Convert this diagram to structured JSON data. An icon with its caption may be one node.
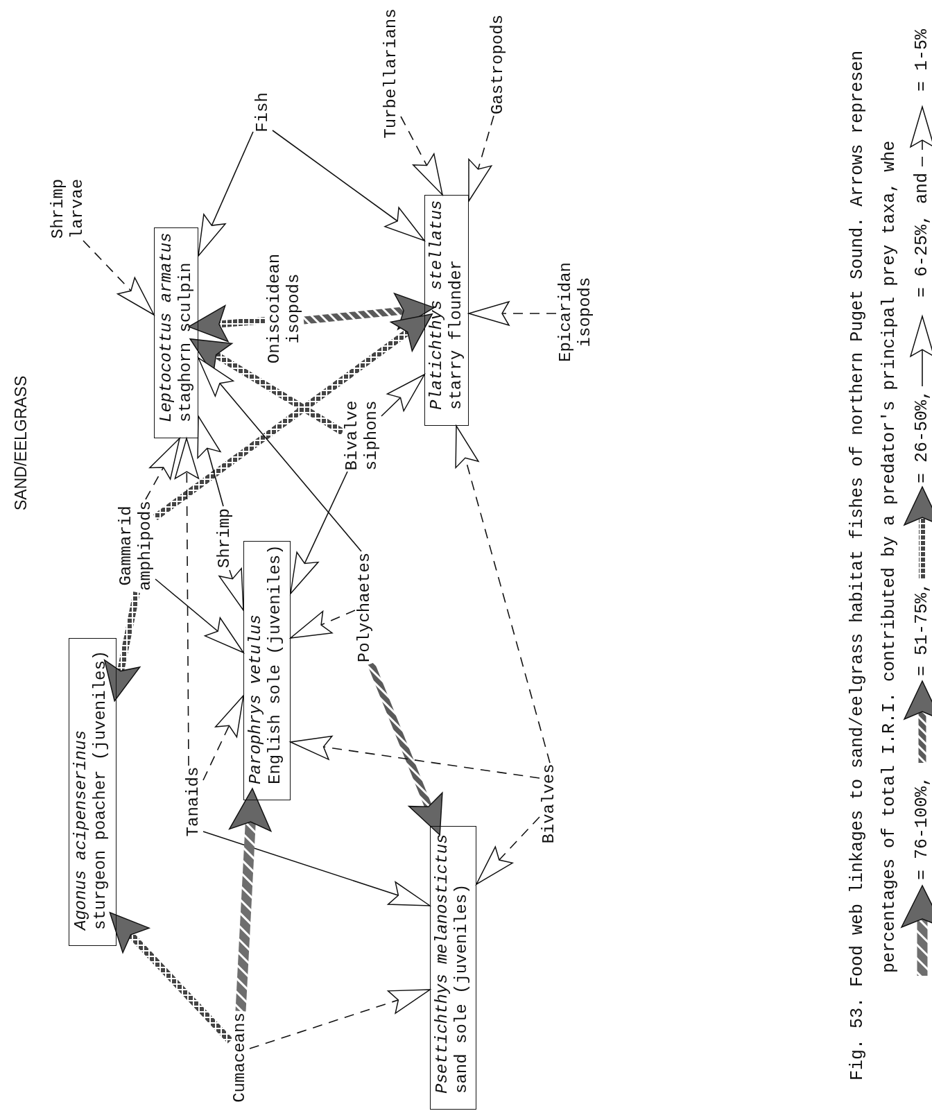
{
  "diagram": {
    "title": "SAND/EELGRASS",
    "caption": "Fig. 53. Food web linkages to sand/eelgrass habitat fishes of northern Puget Sound. Arrows represen percentages of total I.R.I. contributed by a predator's principal prey taxa, whe",
    "nodes": [
      {
        "text": [
          "Shrimp larvae"
        ]
      },
      {
        "text": [
          "Fish"
        ]
      },
      {
        "text": [
          "Turbellarians"
        ]
      },
      {
        "text": [
          "Gastropods"
        ]
      },
      {
        "text": [
          "Leptocottus armatus",
          "staghorn sculpin"
        ]
      },
      {
        "text": [
          "Platichthys stellatus",
          "starry flounder"
        ]
      },
      {
        "text": [
          "Oniscoidean isopods"
        ]
      },
      {
        "text": [
          "Epicaridan isopods"
        ]
      },
      {
        "text": [
          "Bivalve siphons"
        ]
      },
      {
        "text": [
          "Gammarid amphipods"
        ]
      },
      {
        "text": [
          "Shrimp"
        ]
      },
      {
        "text": [
          "Polychaetes"
        ]
      },
      {
        "text": [
          "Agonus acipenserinus",
          "sturgeon poacher (juveniles)"
        ]
      },
      {
        "text": [
          "Parophrys vetulus",
          "English sole (juveniles)"
        ]
      },
      {
        "text": [
          "Tanaids"
        ]
      },
      {
        "text": [
          "Bivalves"
        ]
      },
      {
        "text": [
          "Psettichthys melanostictus",
          "sand sole (juveniles)"
        ]
      },
      {
        "text": [
          "Cumaceans"
        ]
      }
    ],
    "edges": [
      {
        "from": 0,
        "to": 4,
        "arrow": "to",
        "style": "dashed"
      },
      {
        "from": 1,
        "to": 4,
        "arrow": "to"
      },
      {
        "from": 1,
        "to": 5,
        "arrow": "to"
      },
      {
        "from": 2,
        "to": 5,
        "arrow": "to",
        "style": "dashed"
      },
      {
        "from": 3,
        "to": 5,
        "arrow": "to",
        "style": "dashed"
      },
      {
        "from": 6,
        "to": 4,
        "arrow": "to",
        "style": "thick",
        "color": "#444444"
      },
      {
        "from": 6,
        "to": 5,
        "arrow": "to",
        "style": "thick",
        "color": "#5a5a5a"
      },
      {
        "from": 7,
        "to": 5,
        "arrow": "to",
        "style": "dashed"
      },
      {
        "from": 8,
        "to": 4,
        "arrow": "to",
        "style": "thick",
        "color": "#444444"
      },
      {
        "from": 8,
        "to": 5,
        "arrow": "to"
      },
      {
        "from": 8,
        "to": 13,
        "arrow": "to"
      },
      {
        "from": 9,
        "to": 4,
        "arrow": "to",
        "style": "dashed"
      },
      {
        "from": 9,
        "to": 5,
        "arrow": "to",
        "style": "thick",
        "color": "#444444"
      },
      {
        "from": 9,
        "to": 13,
        "arrow": "to"
      },
      {
        "from": 9,
        "to": 12,
        "arrow": "to",
        "style": "thick",
        "color": "#444444"
      },
      {
        "from": 10,
        "to": 4,
        "arrow": "to"
      },
      {
        "from": 10,
        "to": 13,
        "arrow": "to",
        "style": "dashed"
      },
      {
        "from": 11,
        "to": 4,
        "arrow": "to"
      },
      {
        "from": 11,
        "to": 13,
        "arrow": "to",
        "style": "dashed"
      },
      {
        "from": 11,
        "to": 16,
        "arrow": "to",
        "style": "thick",
        "color": "#5a5a5a"
      },
      {
        "from": 14,
        "to": 4,
        "arrow": "to",
        "style": "dashed"
      },
      {
        "from": 14,
        "to": 13,
        "arrow": "to",
        "style": "dashed"
      },
      {
        "from": 14,
        "to": 16,
        "arrow": "to"
      },
      {
        "from": 15,
        "to": 5,
        "arrow": "to",
        "style": "dashed"
      },
      {
        "from": 15,
        "to": 13,
        "arrow": "to",
        "style": "dashed"
      },
      {
        "from": 15,
        "to": 16,
        "arrow": "to",
        "style": "dashed"
      },
      {
        "from": 17,
        "to": 12,
        "arrow": "to",
        "style": "thick",
        "color": "#444444"
      },
      {
        "from": 17,
        "to": 13,
        "arrow": "to",
        "style": "thick",
        "color": "#6e6e6e"
      },
      {
        "from": 17,
        "to": 16,
        "arrow": "to",
        "style": "dashed"
      }
    ],
    "labels": [
      "and"
    ],
    "legend": [
      {
        "text": "= 76-100%,"
      },
      {
        "text": "= 51-75%,"
      },
      {
        "text": "= 26-50%,"
      },
      {
        "text": "= 6-25%,"
      },
      {
        "text": "= 1-5%"
      }
    ]
  }
}
